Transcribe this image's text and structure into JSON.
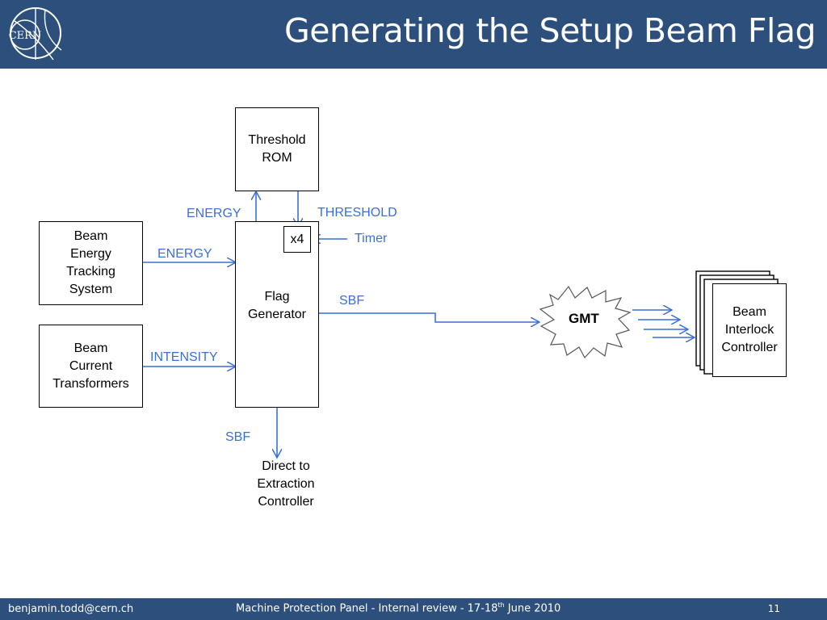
{
  "header": {
    "title": "Generating the Setup Beam Flag",
    "logo_text": "CERN"
  },
  "footer": {
    "email": "benjamin.todd@cern.ch",
    "event_prefix": "Machine  Protection Panel  - Internal review - 17-18",
    "event_sup": "th",
    "event_suffix": " June 2010",
    "page": "11"
  },
  "diagram": {
    "nodes": {
      "threshold_rom": [
        "Threshold",
        "ROM"
      ],
      "beam_energy": [
        "Beam",
        "Energy",
        "Tracking",
        "System"
      ],
      "beam_current": [
        "Beam",
        "Current",
        "Transformers"
      ],
      "flag_generator": [
        "Flag",
        "Generator"
      ],
      "x4": "x4",
      "gmt": "GMT",
      "beam_interlock": [
        "Beam",
        "Interlock",
        "Controller"
      ],
      "direct_extraction": [
        "Direct to",
        "Extraction",
        "Controller"
      ]
    },
    "edge_labels": {
      "energy_top": "ENERGY",
      "threshold": "THRESHOLD",
      "timer": "Timer",
      "energy_left": "ENERGY",
      "intensity": "INTENSITY",
      "sbf_right": "SBF",
      "sbf_down": "SBF"
    },
    "colors": {
      "arrow": "#3a6fd8",
      "header": "#2c4f7c"
    }
  }
}
